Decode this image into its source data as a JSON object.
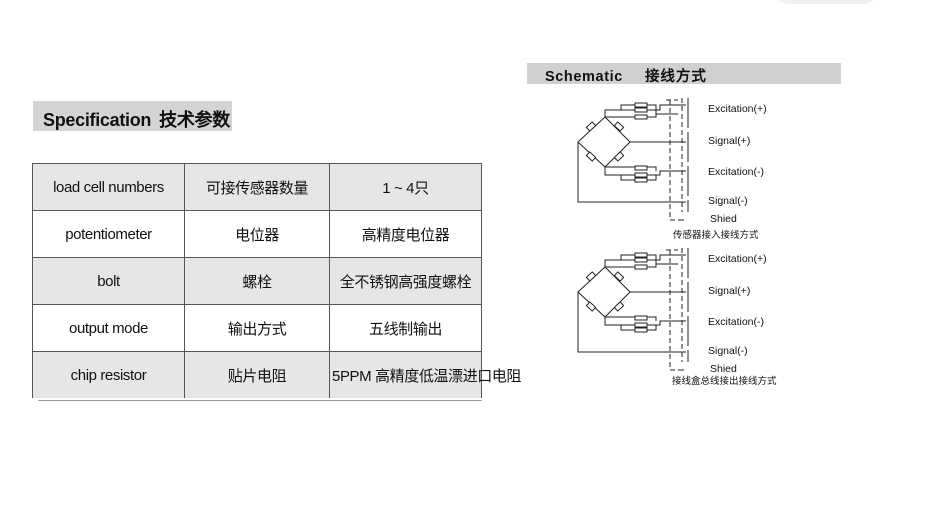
{
  "specification": {
    "title": "Specification",
    "title_cn": "技术参数",
    "rows": [
      [
        "load cell numbers",
        "可接传感器数量",
        "1 ~ 4只"
      ],
      [
        "potentiometer",
        "电位器",
        "高精度电位器"
      ],
      [
        "bolt",
        "螺栓",
        "全不锈钢高强度螺栓"
      ],
      [
        "output mode",
        "输出方式",
        "五线制输出"
      ],
      [
        "chip resistor",
        "贴片电阻",
        "5PPM 高精度低温漂进口电阻"
      ]
    ]
  },
  "schematic": {
    "title": "Schematic",
    "title_cn": "接线方式",
    "diagrams": [
      {
        "labels": [
          "Excitation(+)",
          "Signal(+)",
          "Excitation(-)",
          "Signal(-)",
          "Shied"
        ],
        "caption": "传感器接入接线方式"
      },
      {
        "labels": [
          "Excitation(+)",
          "Signal(+)",
          "Excitation(-)",
          "Signal(-)",
          "Shied"
        ],
        "caption": "接线盒总线接出接线方式"
      }
    ]
  }
}
